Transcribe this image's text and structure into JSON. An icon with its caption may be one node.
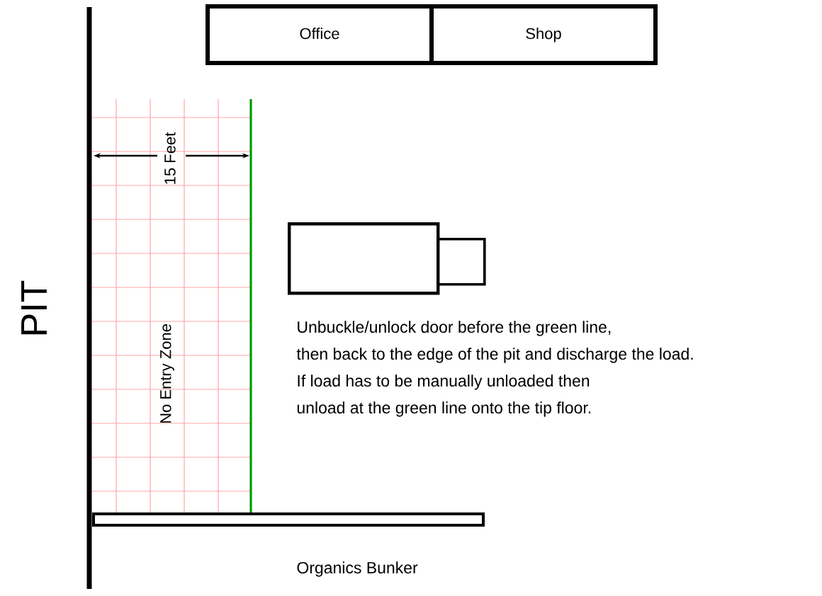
{
  "diagram": {
    "nodes": [
      {
        "text": [
          "Office"
        ]
      },
      {
        "text": [
          "Shop"
        ]
      },
      {
        "text": [],
        "shape": "box"
      },
      {
        "text": [],
        "shape": "box"
      }
    ],
    "labels": [
      "PIT",
      "15 Feet",
      "No Entry Zone",
      "Unbuckle/unlock door before the green line,",
      "then back to the edge of the pit and discharge the load.",
      "If load has to be manually unloaded then",
      "unload at the green line onto the tip floor.",
      "Organics Bunker"
    ]
  }
}
